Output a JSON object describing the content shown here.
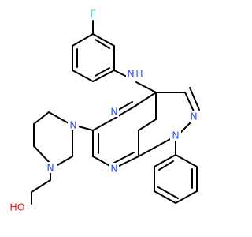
{
  "atoms": {
    "fluorine": {
      "text": "F",
      "color": "#33CCCC"
    },
    "amine_n": {
      "text": "N",
      "color": "#3050F8"
    },
    "amine_h": {
      "text": "H",
      "color": "#3050F8"
    },
    "ring_n_a": {
      "text": "N",
      "color": "#3050F8"
    },
    "ring_n_b": {
      "text": "N",
      "color": "#3050F8"
    },
    "pyrazole_n2": {
      "text": "N",
      "color": "#3050F8"
    },
    "pyrazole_n1": {
      "text": "N",
      "color": "#3050F8"
    },
    "piperazine_n_top": {
      "text": "N",
      "color": "#3050F8"
    },
    "piperazine_n_bottom": {
      "text": "N",
      "color": "#3050F8"
    },
    "hydroxyl": {
      "text": "HO",
      "color": "#FF0D0D"
    }
  }
}
